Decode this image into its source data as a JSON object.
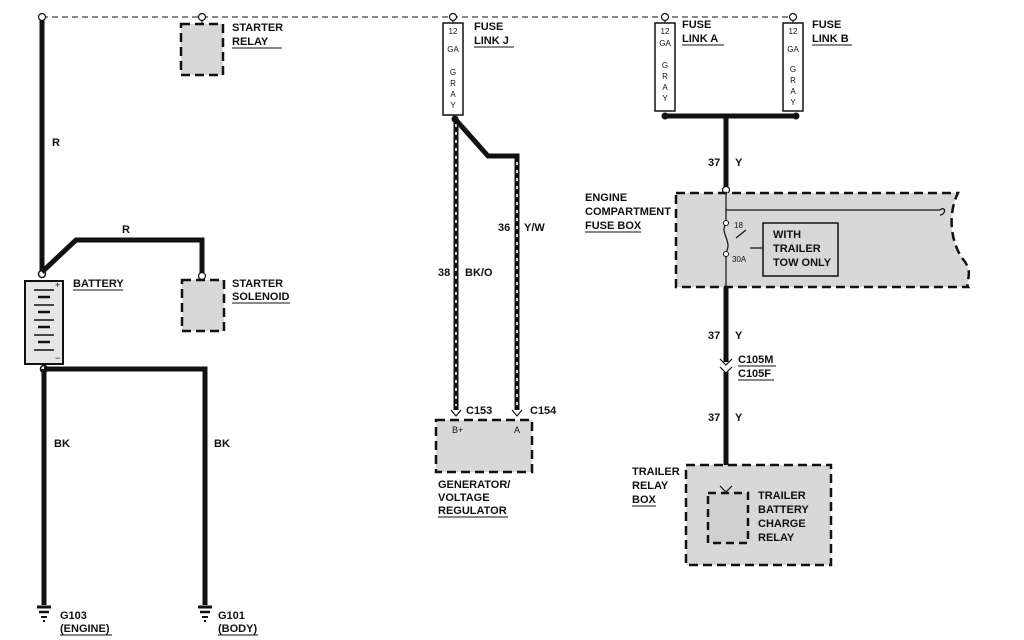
{
  "components": {
    "starter_relay": [
      "STARTER",
      "RELAY"
    ],
    "fuse_link_j": [
      "FUSE",
      "LINK J"
    ],
    "fuse_link_a": [
      "FUSE",
      "LINK A"
    ],
    "fuse_link_b": [
      "FUSE",
      "LINK B"
    ],
    "battery": "BATTERY",
    "starter_solenoid": [
      "STARTER",
      "SOLENOID"
    ],
    "engine_fuse_box": [
      "ENGINE",
      "COMPARTMENT",
      "FUSE BOX"
    ],
    "with_trailer": [
      "WITH",
      "TRAILER",
      "TOW ONLY"
    ],
    "generator": [
      "GENERATOR/",
      "VOLTAGE",
      "REGULATOR"
    ],
    "trailer_relay_box": [
      "TRAILER",
      "RELAY",
      "BOX"
    ],
    "trailer_relay": [
      "TRAILER",
      "BATTERY",
      "CHARGE",
      "RELAY"
    ],
    "g103": [
      "G103",
      "(ENGINE)"
    ],
    "g101": [
      "G101",
      "(BODY)"
    ]
  },
  "fuse_text": {
    "gauge": "12",
    "ga": "GA",
    "gray": [
      "G",
      "R",
      "A",
      "Y"
    ]
  },
  "fuse_box_internal": {
    "fuse_number": "18",
    "fuse_rating": "30A"
  },
  "connectors": {
    "c153": "C153",
    "c154": "C154",
    "c105m": "C105M",
    "c105f": "C105F",
    "b_plus": "B+",
    "a_term": "A"
  },
  "wires": {
    "r_main": "R",
    "r_solenoid": "R",
    "bk_engine": "BK",
    "bk_body": "BK",
    "w38_num": "38",
    "w38_color": "BK/O",
    "w36_num": "36",
    "w36_color": "Y/W",
    "w37a_num": "37",
    "w37a_color": "Y",
    "w37b_num": "37",
    "w37b_color": "Y",
    "w37c_num": "37",
    "w37c_color": "Y"
  },
  "battery_terminals": {
    "pos": "+",
    "neg": "−"
  }
}
